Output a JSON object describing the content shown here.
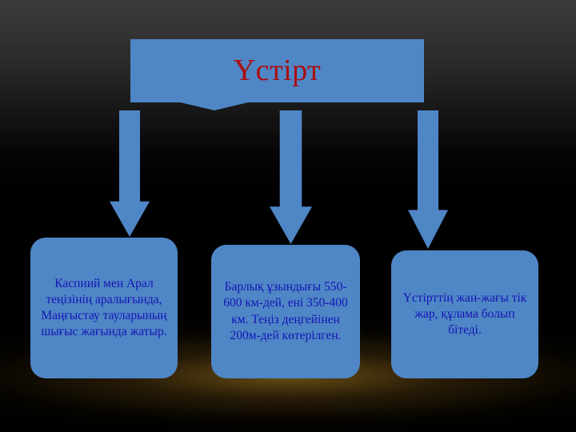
{
  "slide": {
    "title": "Үстірт",
    "title_color": "#aa0e0e",
    "box_fill_color": "#4f86c6",
    "body_text_color": "#1515b4",
    "background_top_color": "#3c3c3c",
    "background_bottom_color": "#000000",
    "background_glow_color": "#be8c28"
  },
  "arrows": [
    {
      "name": "arrow-to-box-1",
      "direction": "down"
    },
    {
      "name": "arrow-to-box-2",
      "direction": "down"
    },
    {
      "name": "arrow-to-box-3",
      "direction": "down"
    }
  ],
  "boxes": [
    {
      "id": "box-1",
      "text": "Каспиий мен Арал теңізінің аралығында, Маңғыстау тауларының шығыс жағында жатыр."
    },
    {
      "id": "box-2",
      "text": "Барлық ұзындығы 550-600 км-дей, ені 350-400 км. Теңіз деңгейінен 200м-дей көтерілген."
    },
    {
      "id": "box-3",
      "text": "Үстірттің жан-жағы тік жар, құлама болып бітеді."
    }
  ]
}
